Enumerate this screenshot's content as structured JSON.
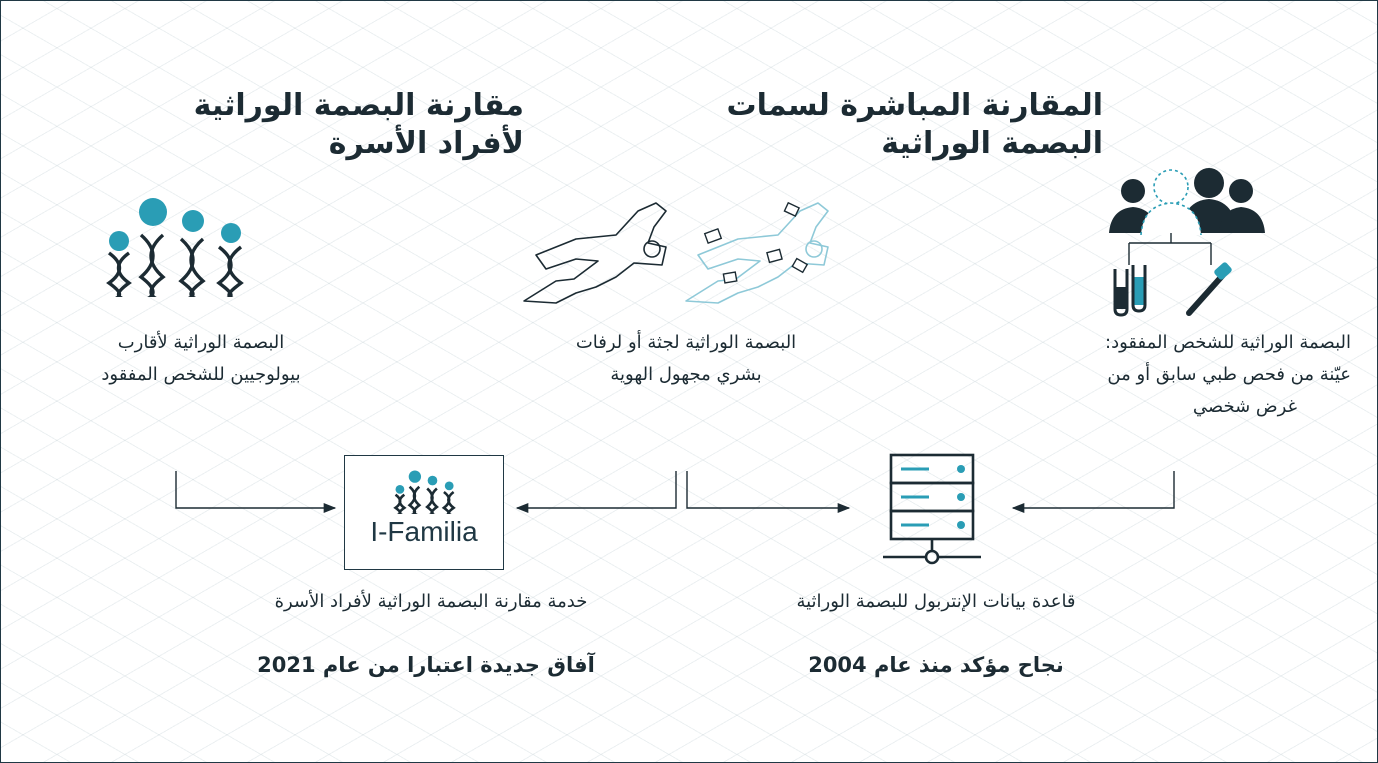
{
  "headings": {
    "direct": [
      "المقارنة المباشرة لسمات",
      "البصمة الوراثية"
    ],
    "family": [
      "مقارنة البصمة الوراثية",
      "لأفراد الأسرة"
    ]
  },
  "captions": {
    "missing_person": [
      "البصمة الوراثية للشخص المفقود:",
      "عيّنة من فحص طبي سابق أو من",
      "غرض شخصي"
    ],
    "unknown_body": [
      "البصمة الوراثية لجثة أو لرفات",
      "بشري مجهول الهوية"
    ],
    "relatives": [
      "البصمة الوراثية لأقارب",
      "بيولوجيين للشخص المفقود"
    ]
  },
  "systems": {
    "interpol_db": "قاعدة بيانات الإنتربول للبصمة الوراثية",
    "ifamilia_service": "خدمة مقارنة البصمة الوراثية لأفراد الأسرة",
    "ifamilia_logo": "I-Familia"
  },
  "footers": {
    "since_2004": "نجاح مؤكد منذ عام 2004",
    "from_2021": "آفاق جديدة اعتبارا من عام 2021"
  },
  "colors": {
    "dark": "#1c2b33",
    "teal": "#2a9db5",
    "light_blue": "#8ec9d8",
    "frame": "#203844"
  },
  "icons": {
    "people": "missing-person-silhouettes-icon",
    "test_tubes": "test-tubes-icon",
    "toothbrush": "toothbrush-icon",
    "bodies": "body-outline-icon",
    "dna": "dna-family-icon",
    "server": "database-server-icon"
  }
}
